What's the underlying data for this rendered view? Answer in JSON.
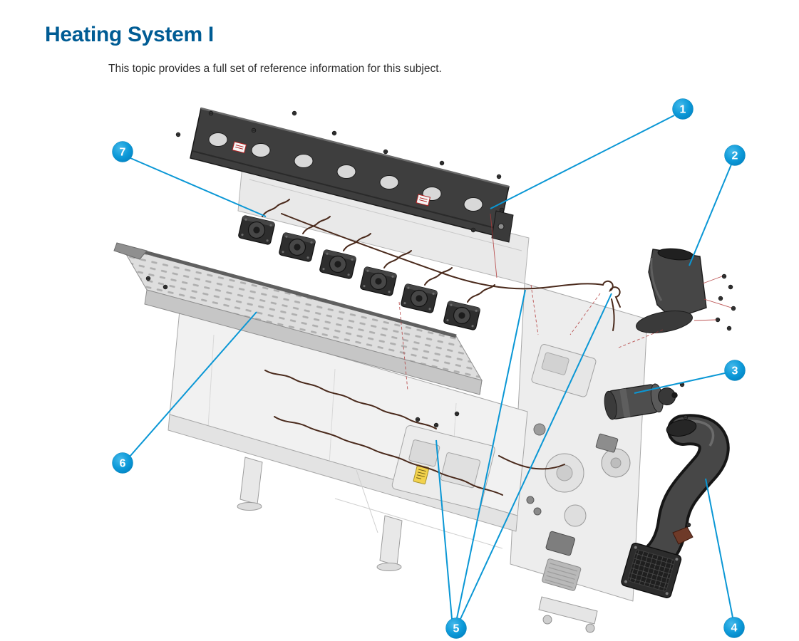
{
  "page": {
    "title": "Heating System I",
    "subtitle": "This topic provides a full set of reference information for this subject."
  },
  "colors": {
    "title_blue": "#005c94",
    "accent_blue": "#0a97d5"
  },
  "diagram": {
    "callouts": [
      {
        "label": "1"
      },
      {
        "label": "2"
      },
      {
        "label": "3"
      },
      {
        "label": "4"
      },
      {
        "label": "5"
      },
      {
        "label": "6"
      },
      {
        "label": "7"
      }
    ]
  }
}
